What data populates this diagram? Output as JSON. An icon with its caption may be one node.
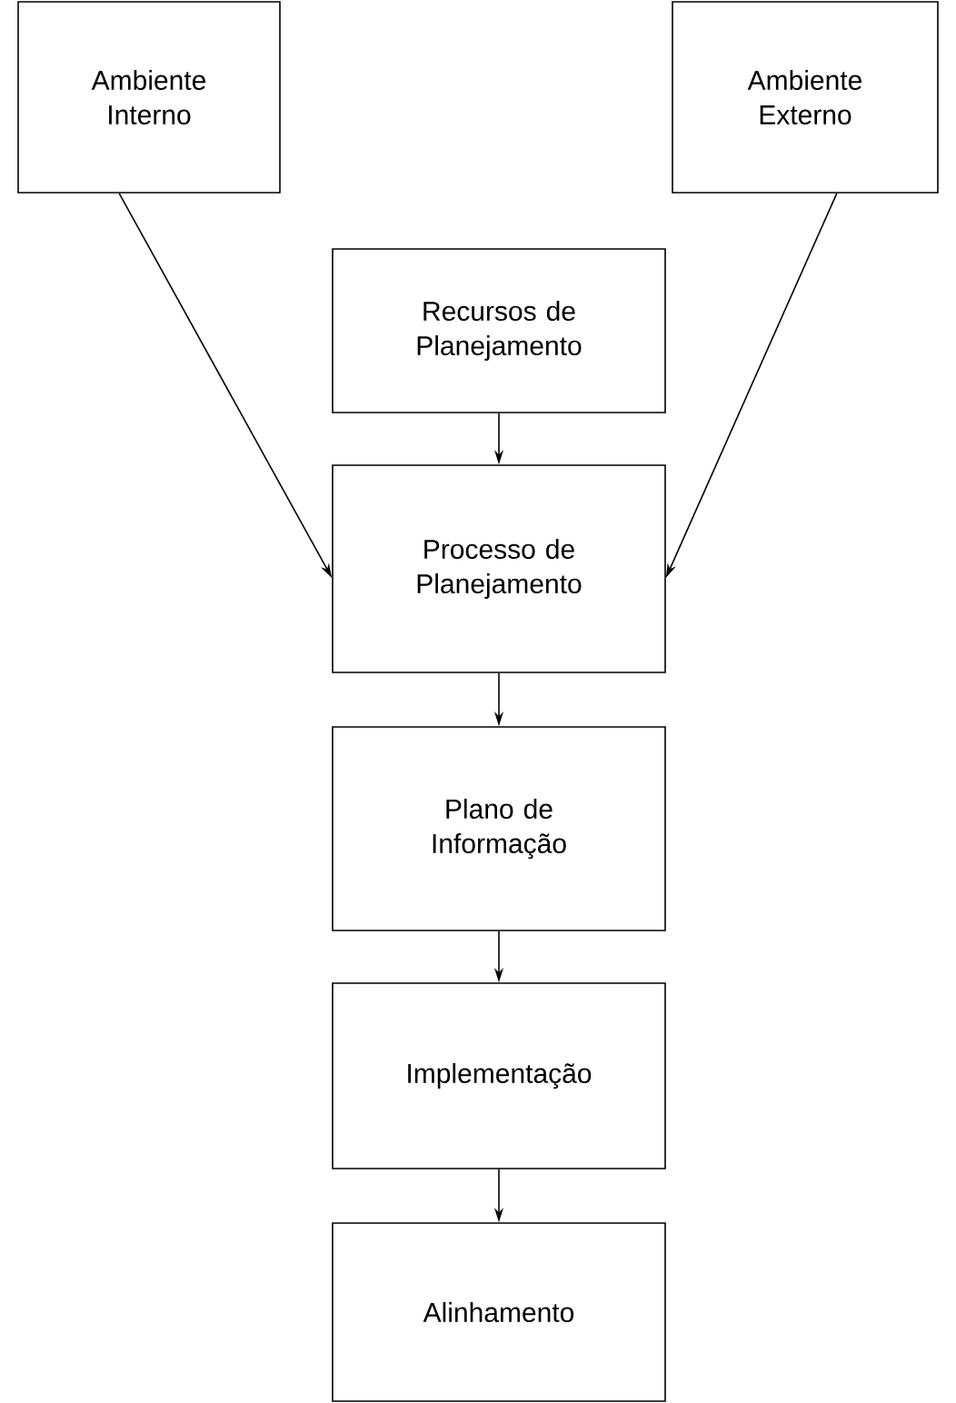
{
  "diagram": {
    "nodes": [
      {
        "text": [
          "Ambiente Interno"
        ]
      },
      {
        "text": [
          "Ambiente Externo"
        ]
      },
      {
        "text": [
          "Recursos de Planejamento"
        ]
      },
      {
        "text": [
          "Processo de Planejamento"
        ]
      },
      {
        "text": [
          "Plano de Informação"
        ]
      },
      {
        "text": [
          "Implementação"
        ]
      },
      {
        "text": [
          "Alinhamento"
        ]
      }
    ],
    "edges": [
      {
        "from": 0,
        "to": 3,
        "arrow": "to"
      },
      {
        "from": 1,
        "to": 3,
        "arrow": "to"
      },
      {
        "from": 2,
        "to": 3,
        "arrow": "to"
      },
      {
        "from": 3,
        "to": 4,
        "arrow": "to"
      },
      {
        "from": 4,
        "to": 5,
        "arrow": "to"
      },
      {
        "from": 5,
        "to": 6,
        "arrow": "to"
      }
    ]
  }
}
